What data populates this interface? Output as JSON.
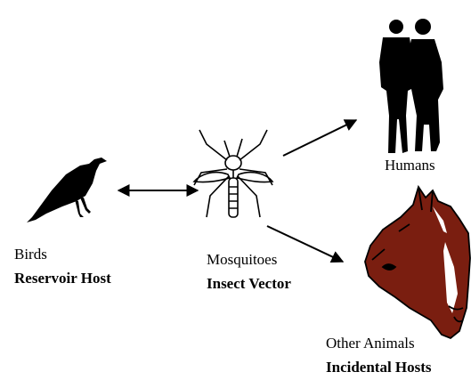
{
  "nodes": {
    "birds": {
      "name": "Birds",
      "role": "Reservoir Host",
      "icon": "bird-icon"
    },
    "mosquitoes": {
      "name": "Mosquitoes",
      "role": "Insect Vector",
      "icon": "mosquito-icon"
    },
    "humans": {
      "name": "Humans",
      "icon": "humans-icon"
    },
    "animals": {
      "name": "Other Animals",
      "role": "Incidental Hosts",
      "icon": "horse-icon"
    }
  },
  "edges": [
    {
      "from": "birds",
      "to": "mosquitoes",
      "direction": "both"
    },
    {
      "from": "mosquitoes",
      "to": "humans",
      "direction": "forward"
    },
    {
      "from": "mosquitoes",
      "to": "animals",
      "direction": "forward"
    }
  ],
  "colors": {
    "silhouette": "#000000",
    "horse": "#7a1e10",
    "horse_white": "#ffffff"
  }
}
